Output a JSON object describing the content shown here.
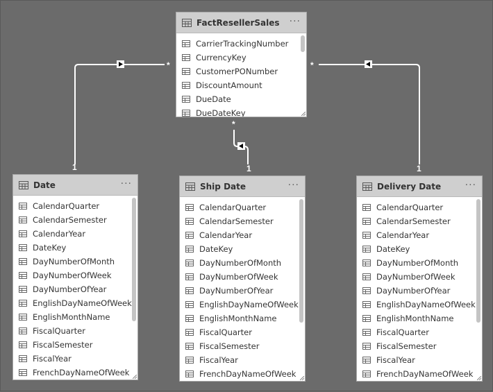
{
  "tables": {
    "fact": {
      "title": "FactResellerSales",
      "more": "···",
      "fields": [
        "CarrierTrackingNumber",
        "CurrencyKey",
        "CustomerPONumber",
        "DiscountAmount",
        "DueDate",
        "DueDateKey"
      ]
    },
    "date": {
      "title": "Date",
      "more": "···",
      "fields": [
        "CalendarQuarter",
        "CalendarSemester",
        "CalendarYear",
        "DateKey",
        "DayNumberOfMonth",
        "DayNumberOfWeek",
        "DayNumberOfYear",
        "EnglishDayNameOfWeek",
        "EnglishMonthName",
        "FiscalQuarter",
        "FiscalSemester",
        "FiscalYear",
        "FrenchDayNameOfWeek"
      ]
    },
    "ship": {
      "title": "Ship Date",
      "more": "···",
      "fields": [
        "CalendarQuarter",
        "CalendarSemester",
        "CalendarYear",
        "DateKey",
        "DayNumberOfMonth",
        "DayNumberOfWeek",
        "DayNumberOfYear",
        "EnglishDayNameOfWeek",
        "EnglishMonthName",
        "FiscalQuarter",
        "FiscalSemester",
        "FiscalYear",
        "FrenchDayNameOfWeek"
      ]
    },
    "delivery": {
      "title": "Delivery Date",
      "more": "···",
      "fields": [
        "CalendarQuarter",
        "CalendarSemester",
        "CalendarYear",
        "DateKey",
        "DayNumberOfMonth",
        "DayNumberOfWeek",
        "DayNumberOfYear",
        "EnglishDayNameOfWeek",
        "EnglishMonthName",
        "FiscalQuarter",
        "FiscalSemester",
        "FiscalYear",
        "FrenchDayNameOfWeek"
      ]
    }
  },
  "relationships": {
    "many_label": "*",
    "one_label": "1"
  },
  "colors": {
    "canvas": "#6b6b6b",
    "header": "#cfcfcf",
    "line": "#ffffff"
  }
}
